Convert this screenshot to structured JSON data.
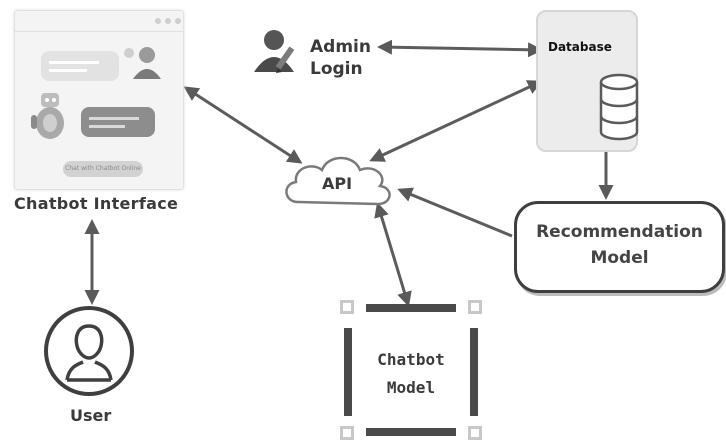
{
  "chatbot_interface": {
    "label": "Chatbot Interface",
    "button_text": "Chat with Chatbot Online"
  },
  "admin": {
    "label_line1": "Admin",
    "label_line2": "Login"
  },
  "database": {
    "label": "Database"
  },
  "api": {
    "label": "API"
  },
  "recommendation": {
    "label_line1": "Recommendation",
    "label_line2": "Model"
  },
  "chatbot_model": {
    "label_line1": "Chatbot",
    "label_line2": "Model"
  },
  "user": {
    "label": "User"
  },
  "colors": {
    "line": "#5c5c5c",
    "dark": "#3a3a3a",
    "light_fill": "#ececec"
  }
}
